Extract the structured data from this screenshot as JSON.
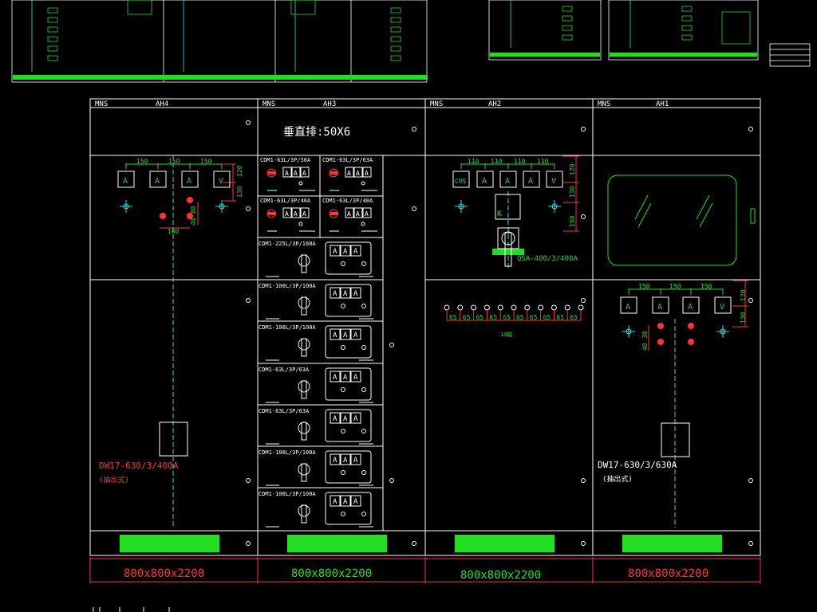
{
  "colors": {
    "background": "#000000",
    "frame": "#ffffff",
    "busbar": "#22dd22",
    "dimension": "#ff3333",
    "axis": "#33dddd",
    "meter": "#ffffff"
  },
  "cabinets": [
    {
      "type": "MNS",
      "id": "AH4",
      "panel_label": "",
      "breaker": "DW17-630/3/400A",
      "breaker_note": "(抽出式)",
      "meters": [
        "A",
        "A",
        "A",
        "V"
      ],
      "meter_dims": [
        "150",
        "150",
        "150"
      ],
      "vertical_dims": [
        "120",
        "130"
      ],
      "small_dims": [
        "80",
        "40"
      ],
      "bottom_dim": "100",
      "size": "800x800x2200"
    },
    {
      "type": "MNS",
      "id": "AH3",
      "panel_label": "",
      "busbar_label": "垂直排:50X6",
      "drawers_small": [
        "CDM1-63L/3P/50A",
        "CDM1-63L/3P/63A",
        "CDM1-63L/3P/40A",
        "CDM1-63L/3P/40A"
      ],
      "drawers_large": [
        "CDM1-225L/3P/160A",
        "CDM1-100L/3P/100A",
        "CDM1-100L/3P/100A",
        "CDM1-63L/3P/63A",
        "CDM1-63L/3P/63A",
        "CDM1-100L/3P/100A",
        "CDM1-100L/3P/100A"
      ],
      "drawer_meter": "A",
      "size": "800x800x2200"
    },
    {
      "type": "MNS",
      "id": "AH2",
      "panel_label": "",
      "meters": [
        "COS",
        "A",
        "A",
        "A",
        "V"
      ],
      "meter_dims": [
        "110",
        "110",
        "110",
        "110"
      ],
      "vertical_dims": [
        "120",
        "130",
        "150"
      ],
      "switch_label": "K",
      "qsa": "QSA-400/3/400A",
      "capacitor_dims": [
        "65",
        "65",
        "65",
        "65",
        "65",
        "65",
        "65",
        "65",
        "65",
        "65"
      ],
      "capacitor_note": "10路",
      "size": "800x800x2200"
    },
    {
      "type": "MNS",
      "id": "AH1",
      "panel_label": "",
      "meters": [
        "A",
        "A",
        "A",
        "V"
      ],
      "meter_dims": [
        "150",
        "150",
        "150"
      ],
      "vertical_dims": [
        "120",
        "130"
      ],
      "small_dims": [
        "30",
        "40"
      ],
      "breaker": "DW17-630/3/630A",
      "breaker_note": "(抽出式)",
      "size": "800x800x2200"
    }
  ]
}
